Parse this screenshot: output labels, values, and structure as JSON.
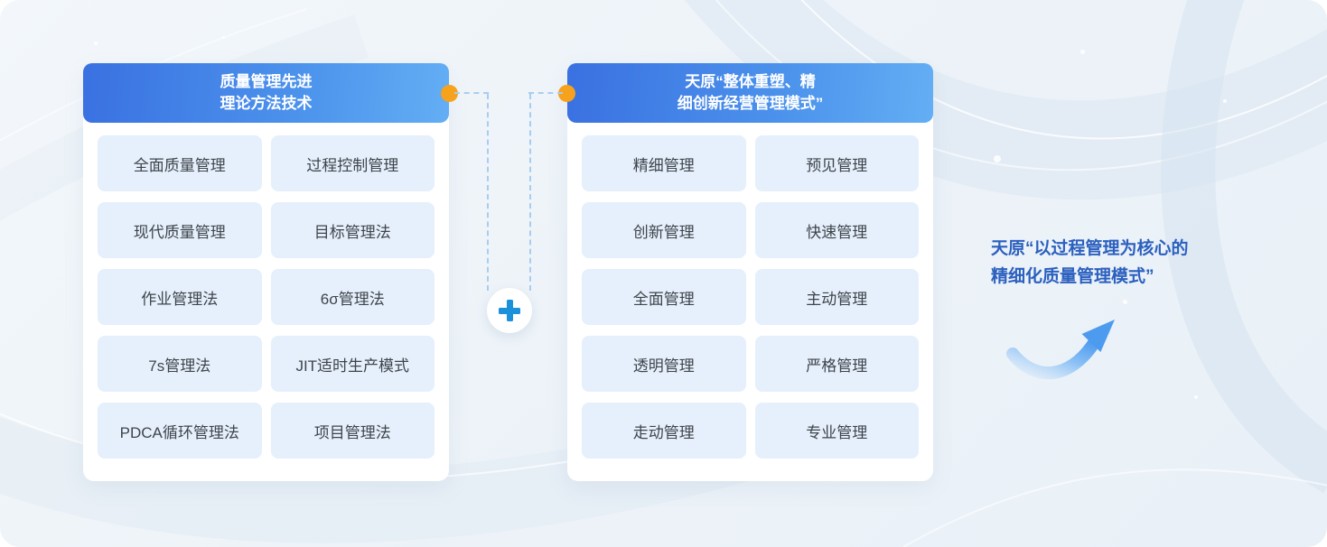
{
  "left_panel": {
    "title": "质量管理先进\n理论方法技术",
    "items": [
      "全面质量管理",
      "过程控制管理",
      "现代质量管理",
      "目标管理法",
      "作业管理法",
      "6σ管理法",
      "7s管理法",
      "JIT适时生产模式",
      "PDCA循环管理法",
      "项目管理法"
    ]
  },
  "right_panel": {
    "title": "天原“整体重塑、精\n细创新经营管理模式”",
    "items": [
      "精细管理",
      "预见管理",
      "创新管理",
      "快速管理",
      "全面管理",
      "主动管理",
      "透明管理",
      "严格管理",
      "走动管理",
      "专业管理"
    ]
  },
  "connector": {
    "operator": "plus"
  },
  "result": {
    "text": "天原“以过程管理为核心的\n精细化质量管理模式”"
  },
  "colors": {
    "header_gradient_start": "#3A71E1",
    "header_gradient_end": "#63AEF4",
    "item_bg": "#E5F0FC",
    "item_text": "#3F444B",
    "connector_dot": "#F6A21D",
    "dash_line": "#A9CDEE",
    "plus_blue": "#1B90DB",
    "result_text_blue": "#2B60BF",
    "page_bg": "#EFF3F8"
  }
}
